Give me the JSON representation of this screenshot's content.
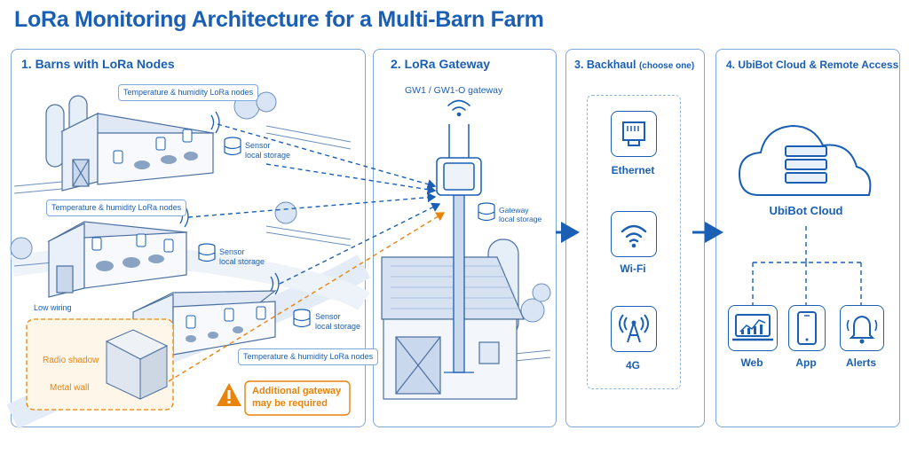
{
  "title": "LoRa Monitoring Architecture for a Multi-Barn Farm",
  "panels": {
    "barns": {
      "title": "1. Barns with LoRa Nodes"
    },
    "gateway": {
      "title": "2. LoRa Gateway",
      "gateway_model": "GW1 / GW1-O gateway",
      "storage_label": "Gateway\nlocal storage"
    },
    "backhaul": {
      "title": "3. Backhaul",
      "subtitle": "(choose one)",
      "options": [
        "Ethernet",
        "Wi-Fi",
        "4G"
      ]
    },
    "cloud": {
      "title": "4. UbiBot Cloud & Remote Access",
      "cloud_label": "UbiBot Cloud",
      "access": [
        "Web",
        "App",
        "Alerts"
      ]
    }
  },
  "barn_labels": {
    "node_callout": "Temperature & humidity\nLoRa nodes",
    "sensor_storage": "Sensor\nlocal storage",
    "low_wiring": "Low wiring",
    "radio_shadow": "Radio shadow",
    "metal_wall": "Metal wall",
    "warning": "Additional gateway\nmay be required"
  },
  "icons": {
    "ethernet": "ethernet-port-icon",
    "wifi": "wifi-icon",
    "cellular": "cell-tower-icon",
    "cloud": "cloud-server-icon",
    "web": "laptop-chart-icon",
    "app": "smartphone-icon",
    "alerts": "bell-icon",
    "warning": "warning-triangle-icon"
  },
  "colors": {
    "primary": "#1a5fb4",
    "accent": "#e8830c",
    "light": "#7fa8dc"
  }
}
